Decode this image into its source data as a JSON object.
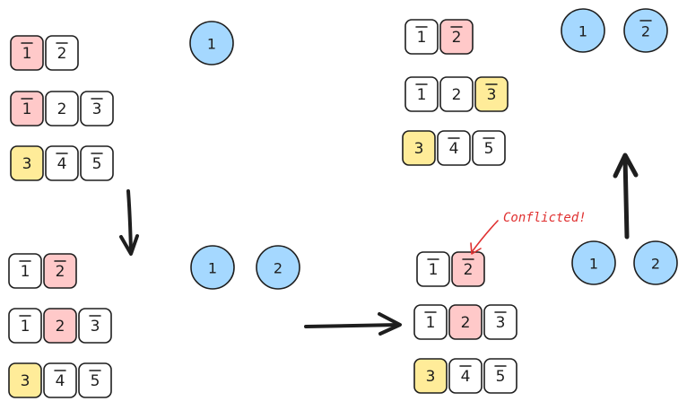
{
  "colors": {
    "stroke": "#1e1e1e",
    "cell_default": "#ffffff",
    "cell_pink": "#ffc9c9",
    "cell_yellow": "#ffec99",
    "node_fill": "#a5d8ff",
    "annotation": "#e03131"
  },
  "panels": [
    {
      "id": "top-left",
      "rows": [
        [
          {
            "label": "1",
            "overline": true,
            "color": "pink"
          },
          {
            "label": "2",
            "overline": true,
            "color": "default"
          }
        ],
        [
          {
            "label": "1",
            "overline": true,
            "color": "pink"
          },
          {
            "label": "2",
            "overline": false,
            "color": "default"
          },
          {
            "label": "3",
            "overline": true,
            "color": "default"
          }
        ],
        [
          {
            "label": "3",
            "overline": false,
            "color": "yellow"
          },
          {
            "label": "4",
            "overline": true,
            "color": "default"
          },
          {
            "label": "5",
            "overline": true,
            "color": "default"
          }
        ]
      ],
      "nodes": [
        {
          "label": "1",
          "overline": false
        }
      ]
    },
    {
      "id": "bottom-left",
      "rows": [
        [
          {
            "label": "1",
            "overline": true,
            "color": "default"
          },
          {
            "label": "2",
            "overline": true,
            "color": "pink"
          }
        ],
        [
          {
            "label": "1",
            "overline": true,
            "color": "default"
          },
          {
            "label": "2",
            "overline": false,
            "color": "pink"
          },
          {
            "label": "3",
            "overline": true,
            "color": "default"
          }
        ],
        [
          {
            "label": "3",
            "overline": false,
            "color": "yellow"
          },
          {
            "label": "4",
            "overline": true,
            "color": "default"
          },
          {
            "label": "5",
            "overline": true,
            "color": "default"
          }
        ]
      ],
      "nodes": [
        {
          "label": "1",
          "overline": false
        },
        {
          "label": "2",
          "overline": false
        }
      ]
    },
    {
      "id": "bottom-right",
      "rows": [
        [
          {
            "label": "1",
            "overline": true,
            "color": "default"
          },
          {
            "label": "2",
            "overline": true,
            "color": "pink"
          }
        ],
        [
          {
            "label": "1",
            "overline": true,
            "color": "default"
          },
          {
            "label": "2",
            "overline": false,
            "color": "pink"
          },
          {
            "label": "3",
            "overline": true,
            "color": "default"
          }
        ],
        [
          {
            "label": "3",
            "overline": false,
            "color": "yellow"
          },
          {
            "label": "4",
            "overline": true,
            "color": "default"
          },
          {
            "label": "5",
            "overline": true,
            "color": "default"
          }
        ]
      ],
      "nodes": [
        {
          "label": "1",
          "overline": false
        },
        {
          "label": "2",
          "overline": false
        }
      ],
      "annotation": "Conflicted!"
    },
    {
      "id": "top-right",
      "rows": [
        [
          {
            "label": "1",
            "overline": true,
            "color": "default"
          },
          {
            "label": "2",
            "overline": true,
            "color": "pink"
          }
        ],
        [
          {
            "label": "1",
            "overline": true,
            "color": "default"
          },
          {
            "label": "2",
            "overline": false,
            "color": "default"
          },
          {
            "label": "3",
            "overline": true,
            "color": "yellow"
          }
        ],
        [
          {
            "label": "3",
            "overline": false,
            "color": "yellow"
          },
          {
            "label": "4",
            "overline": true,
            "color": "default"
          },
          {
            "label": "5",
            "overline": true,
            "color": "default"
          }
        ]
      ],
      "nodes": [
        {
          "label": "1",
          "overline": false
        },
        {
          "label": "2",
          "overline": true
        }
      ]
    }
  ]
}
